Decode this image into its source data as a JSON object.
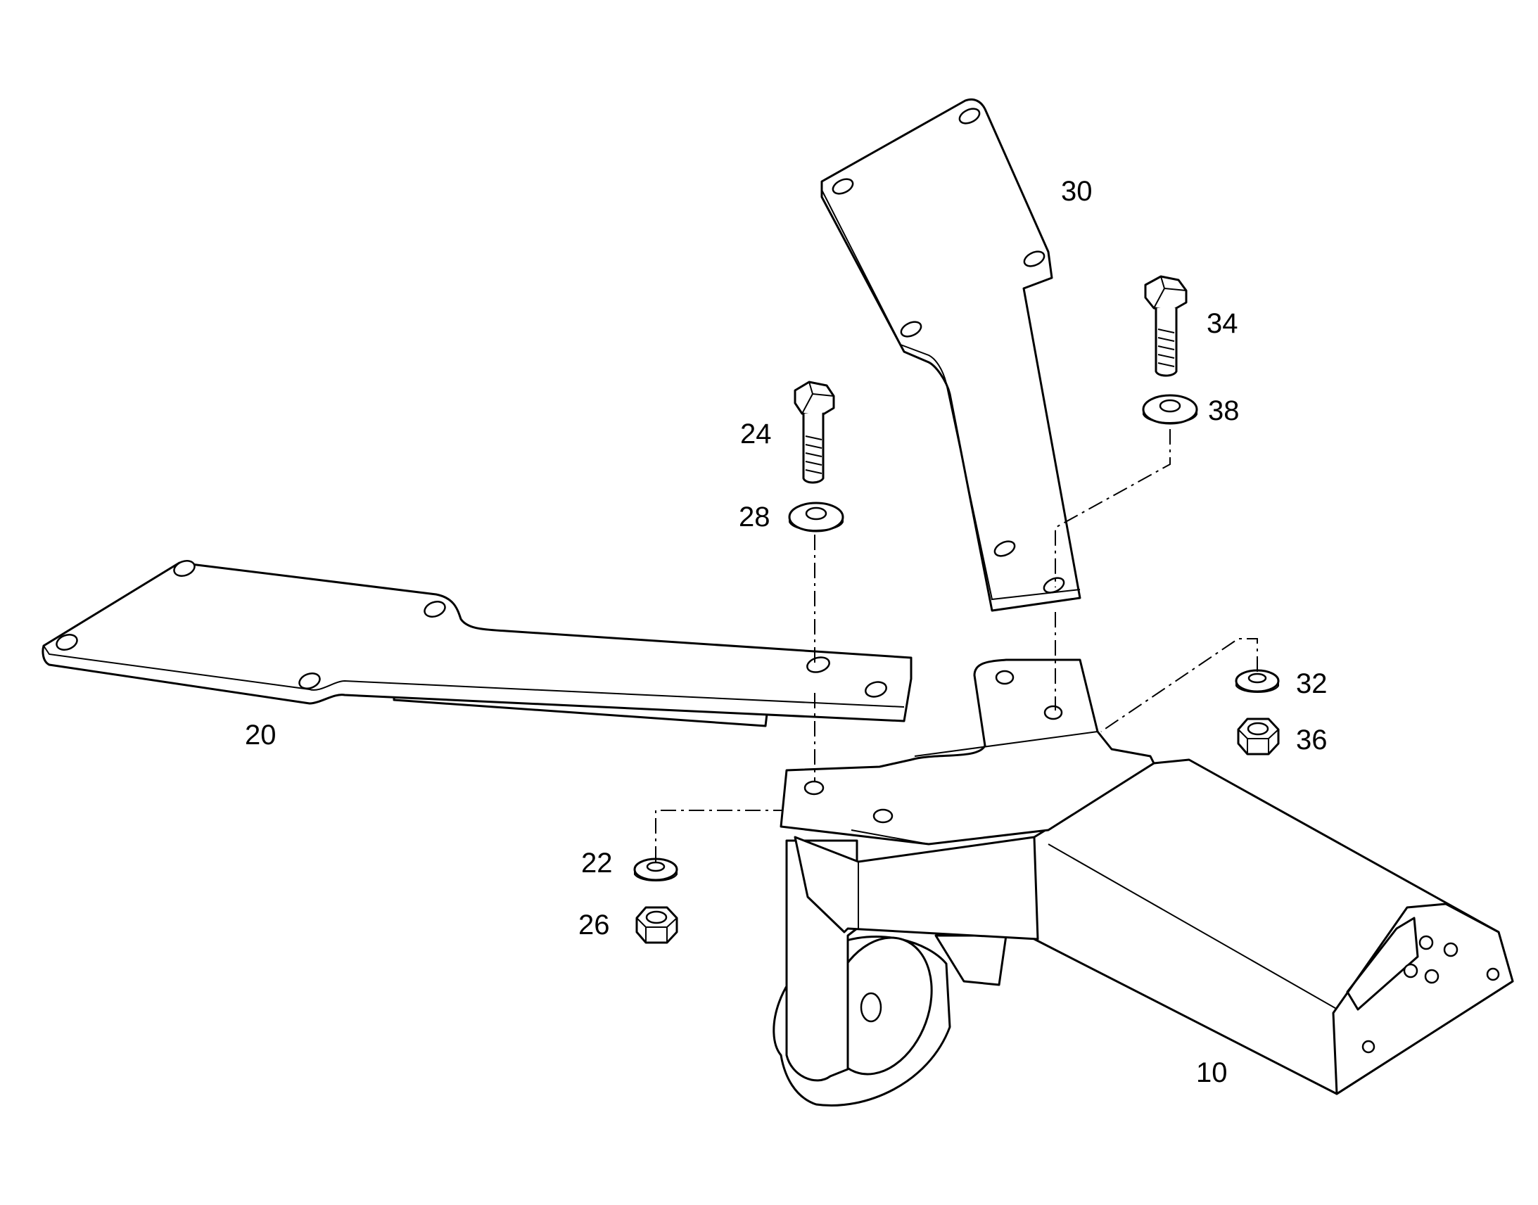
{
  "callouts": {
    "p10": "10",
    "p20": "20",
    "p22": "22",
    "p24": "24",
    "p26": "26",
    "p28": "28",
    "p30": "30",
    "p32": "32",
    "p34": "34",
    "p36": "36",
    "p38": "38"
  }
}
